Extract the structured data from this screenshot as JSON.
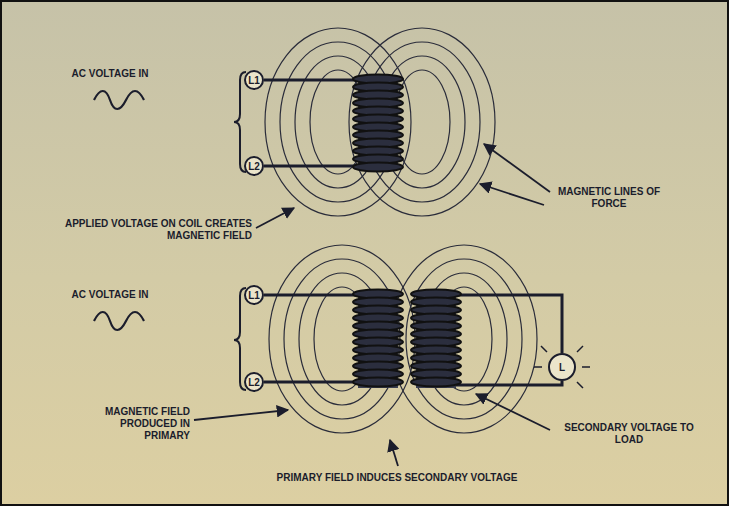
{
  "diagram": {
    "nodes": [
      {
        "text": [
          "L1"
        ]
      },
      {
        "text": [
          "L2"
        ]
      },
      {
        "text": [
          "L1"
        ]
      },
      {
        "text": [
          "L2"
        ]
      },
      {
        "text": [
          "L"
        ]
      }
    ],
    "labels": [
      "AC VOLTAGE IN",
      "MAGNETIC LINES OF FORCE",
      "APPLIED VOLTAGE ON COIL CREATES MAGNETIC FIELD",
      "AC VOLTAGE IN",
      "MAGNETIC FIELD PRODUCED IN PRIMARY",
      "SECONDARY VOLTAGE TO LOAD",
      "PRIMARY FIELD INDUCES SECONDARY VOLTAGE"
    ]
  }
}
